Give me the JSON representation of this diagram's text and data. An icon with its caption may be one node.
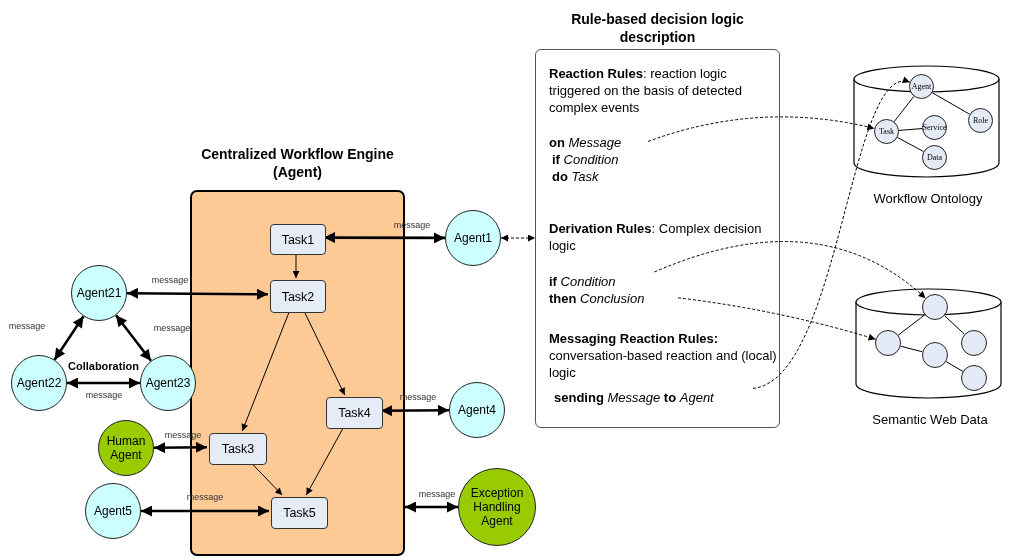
{
  "diagram": {
    "nodes": [
      {
        "text": [
          "Centralized Workflow Engine (Agent)"
        ]
      },
      {
        "text": [
          "Task1"
        ],
        "in": 0
      },
      {
        "text": [
          "Task2"
        ],
        "in": 0
      },
      {
        "text": [
          "Task3"
        ],
        "in": 0
      },
      {
        "text": [
          "Task4"
        ],
        "in": 0
      },
      {
        "text": [
          "Task5"
        ],
        "in": 0
      },
      {
        "text": [
          "Agent1"
        ]
      },
      {
        "text": [
          "Agent21"
        ]
      },
      {
        "text": [
          "Agent22"
        ]
      },
      {
        "text": [
          "Agent23"
        ]
      },
      {
        "text": [
          "Human Agent"
        ]
      },
      {
        "text": [
          "Agent4"
        ]
      },
      {
        "text": [
          "Agent5"
        ]
      },
      {
        "text": [
          "Exception Handling Agent"
        ]
      },
      {
        "text": [
          "Rule-based decision logic description",
          "**Reaction Rules**: reaction logic triggered on the basis of detected complex events",
          "**Derivation Rules**: Complex decision logic",
          "**Messaging Reaction Rules:** conversation-based reaction and (local) logic"
        ]
      },
      {
        "text": [
          "**on** *Message*",
          "**if** *Condition*",
          "**do** *Task*"
        ],
        "in": 14
      },
      {
        "text": [
          "**if** *Condition*",
          "**then** *Conclusion*"
        ],
        "in": 14
      },
      {
        "text": [
          "**sending** *Message* **to** *Agent*"
        ],
        "in": 14
      },
      {
        "text": [],
        "shape": "cylinder",
        "beside": [
          "Workflow Ontology"
        ]
      },
      {
        "text": [
          "Agent"
        ],
        "in": 18
      },
      {
        "text": [
          "Task"
        ],
        "in": 18
      },
      {
        "text": [
          "Service"
        ],
        "in": 18
      },
      {
        "text": [
          "Role"
        ],
        "in": 18
      },
      {
        "text": [
          "Data"
        ],
        "in": 18
      },
      {
        "text": [],
        "shape": "cylinder",
        "beside": [
          "Semantic Web Data"
        ]
      },
      {
        "text": [],
        "shape": "circle",
        "in": 24
      },
      {
        "text": [],
        "shape": "circle",
        "in": 24
      },
      {
        "text": [],
        "shape": "circle",
        "in": 24
      },
      {
        "text": [],
        "shape": "circle",
        "in": 24
      },
      {
        "text": [],
        "shape": "circle",
        "in": 24
      }
    ],
    "edges": [
      {
        "from": 1,
        "to": 2,
        "arrow": "to"
      },
      {
        "from": 2,
        "to": 3,
        "arrow": "to"
      },
      {
        "from": 2,
        "to": 4,
        "arrow": "to"
      },
      {
        "from": 3,
        "to": 5,
        "arrow": "to"
      },
      {
        "from": 4,
        "to": 5,
        "arrow": "to"
      },
      {
        "from": 6,
        "to": 1,
        "arrow": "both",
        "label": "message",
        "style": "thick"
      },
      {
        "from": 7,
        "to": 2,
        "arrow": "both",
        "label": "message",
        "style": "thick"
      },
      {
        "from": 7,
        "to": 8,
        "arrow": "both",
        "label": "message",
        "style": "thick"
      },
      {
        "from": 7,
        "to": 9,
        "arrow": "both",
        "label": "message",
        "style": "thick"
      },
      {
        "from": 8,
        "to": 9,
        "arrow": "both",
        "label": "message",
        "style": "thick"
      },
      {
        "from": 10,
        "to": 3,
        "arrow": "both",
        "label": "message",
        "style": "thick"
      },
      {
        "from": 11,
        "to": 4,
        "arrow": "both",
        "label": "message",
        "style": "thick"
      },
      {
        "from": 12,
        "to": 5,
        "arrow": "both",
        "label": "message",
        "style": "thick"
      },
      {
        "from": 13,
        "to": 0,
        "arrow": "both",
        "label": "message",
        "style": "thick"
      },
      {
        "from": 6,
        "to": 14,
        "arrow": "both",
        "style": "dashed"
      },
      {
        "from": 15,
        "to": 20,
        "arrow": "to",
        "style": "dashed"
      },
      {
        "from": 17,
        "to": 19,
        "arrow": "to",
        "style": "dashed"
      },
      {
        "from": 16,
        "to": 25,
        "arrow": "to",
        "style": "dashed"
      },
      {
        "from": 16,
        "to": 26,
        "arrow": "to",
        "style": "dashed"
      },
      {
        "from": 19,
        "to": 20,
        "arrow": "none"
      },
      {
        "from": 19,
        "to": 22,
        "arrow": "none"
      },
      {
        "from": 20,
        "to": 21,
        "arrow": "none"
      },
      {
        "from": 20,
        "to": 23,
        "arrow": "none"
      },
      {
        "from": 25,
        "to": 26,
        "arrow": "none"
      },
      {
        "from": 25,
        "to": 27,
        "arrow": "none"
      },
      {
        "from": 26,
        "to": 28,
        "arrow": "none"
      },
      {
        "from": 28,
        "to": 29,
        "arrow": "none"
      }
    ],
    "labels": [
      "Collaboration"
    ]
  }
}
